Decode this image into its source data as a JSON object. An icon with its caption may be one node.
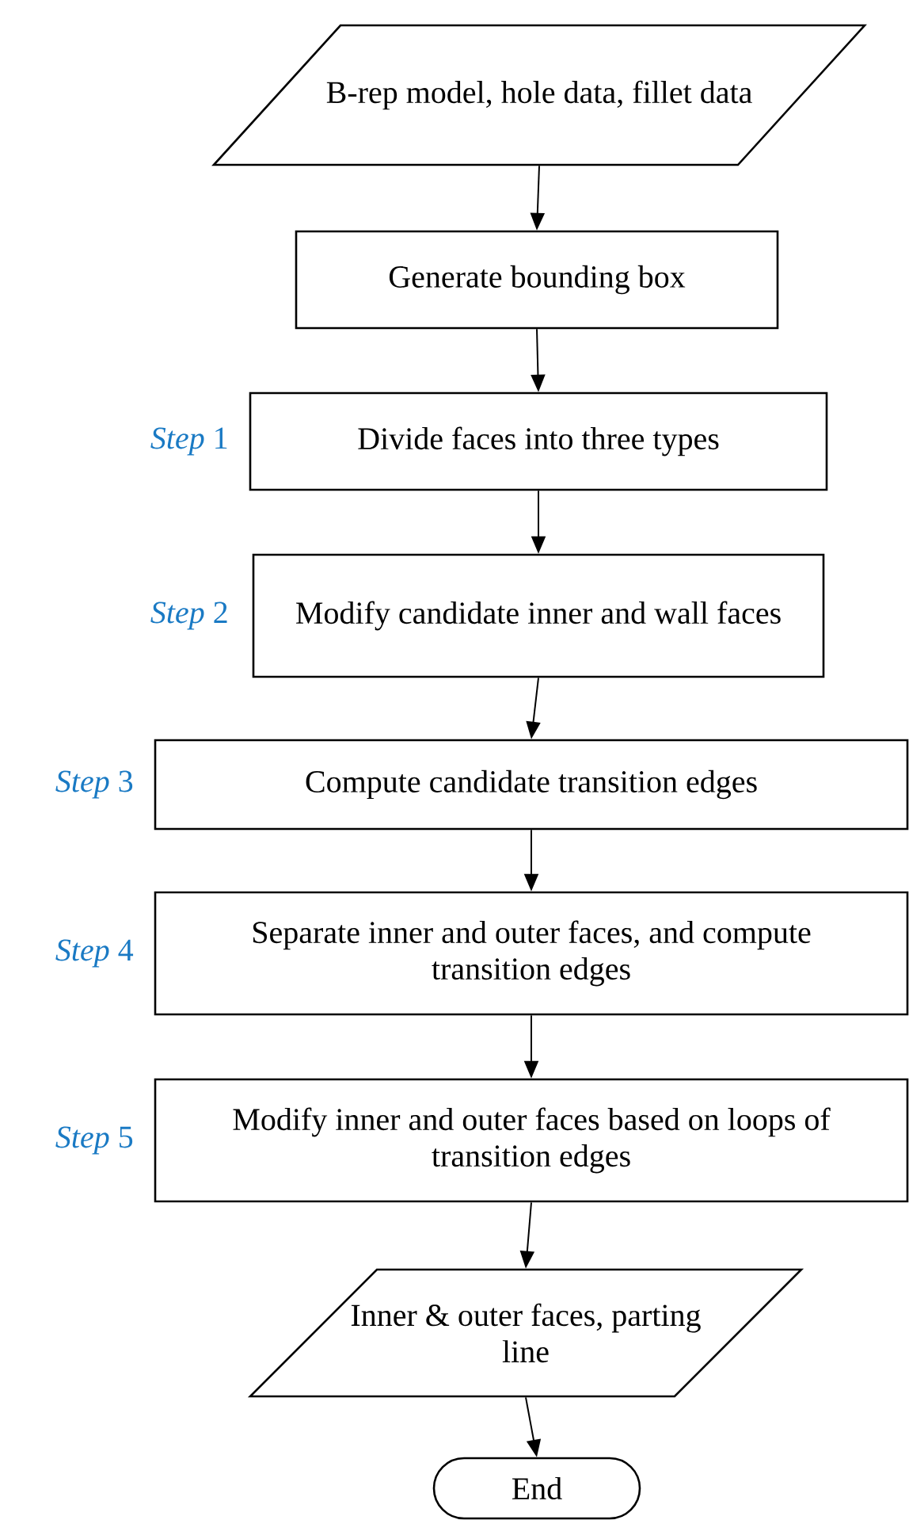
{
  "diagram": {
    "nodes": [
      {
        "text": [
          "B-rep model, hole data, fillet data"
        ]
      },
      {
        "text": [
          "Generate bounding box"
        ]
      },
      {
        "text": [
          "Divide faces into three types"
        ],
        "beside": [
          "*Step* 1"
        ]
      },
      {
        "text": [
          "Modify candidate inner and wall faces"
        ],
        "beside": [
          "*Step* 2"
        ]
      },
      {
        "text": [
          "Compute candidate transition edges"
        ],
        "beside": [
          "*Step* 3"
        ]
      },
      {
        "text": [
          "Separate inner and outer faces, and compute transition edges"
        ],
        "beside": [
          "*Step* 4"
        ]
      },
      {
        "text": [
          "Modify inner and outer faces based on loops of transition edges"
        ],
        "beside": [
          "*Step* 5"
        ]
      },
      {
        "text": [
          "Inner & outer faces, parting line"
        ]
      },
      {
        "text": [
          "End"
        ]
      }
    ],
    "edges": [
      {
        "from": 0,
        "to": 1,
        "arrow": "to"
      },
      {
        "from": 1,
        "to": 2,
        "arrow": "to"
      },
      {
        "from": 2,
        "to": 3,
        "arrow": "to"
      },
      {
        "from": 3,
        "to": 4,
        "arrow": "to"
      },
      {
        "from": 4,
        "to": 5,
        "arrow": "to"
      },
      {
        "from": 5,
        "to": 6,
        "arrow": "to"
      },
      {
        "from": 6,
        "to": 7,
        "arrow": "to"
      },
      {
        "from": 7,
        "to": 8,
        "arrow": "to"
      }
    ]
  }
}
